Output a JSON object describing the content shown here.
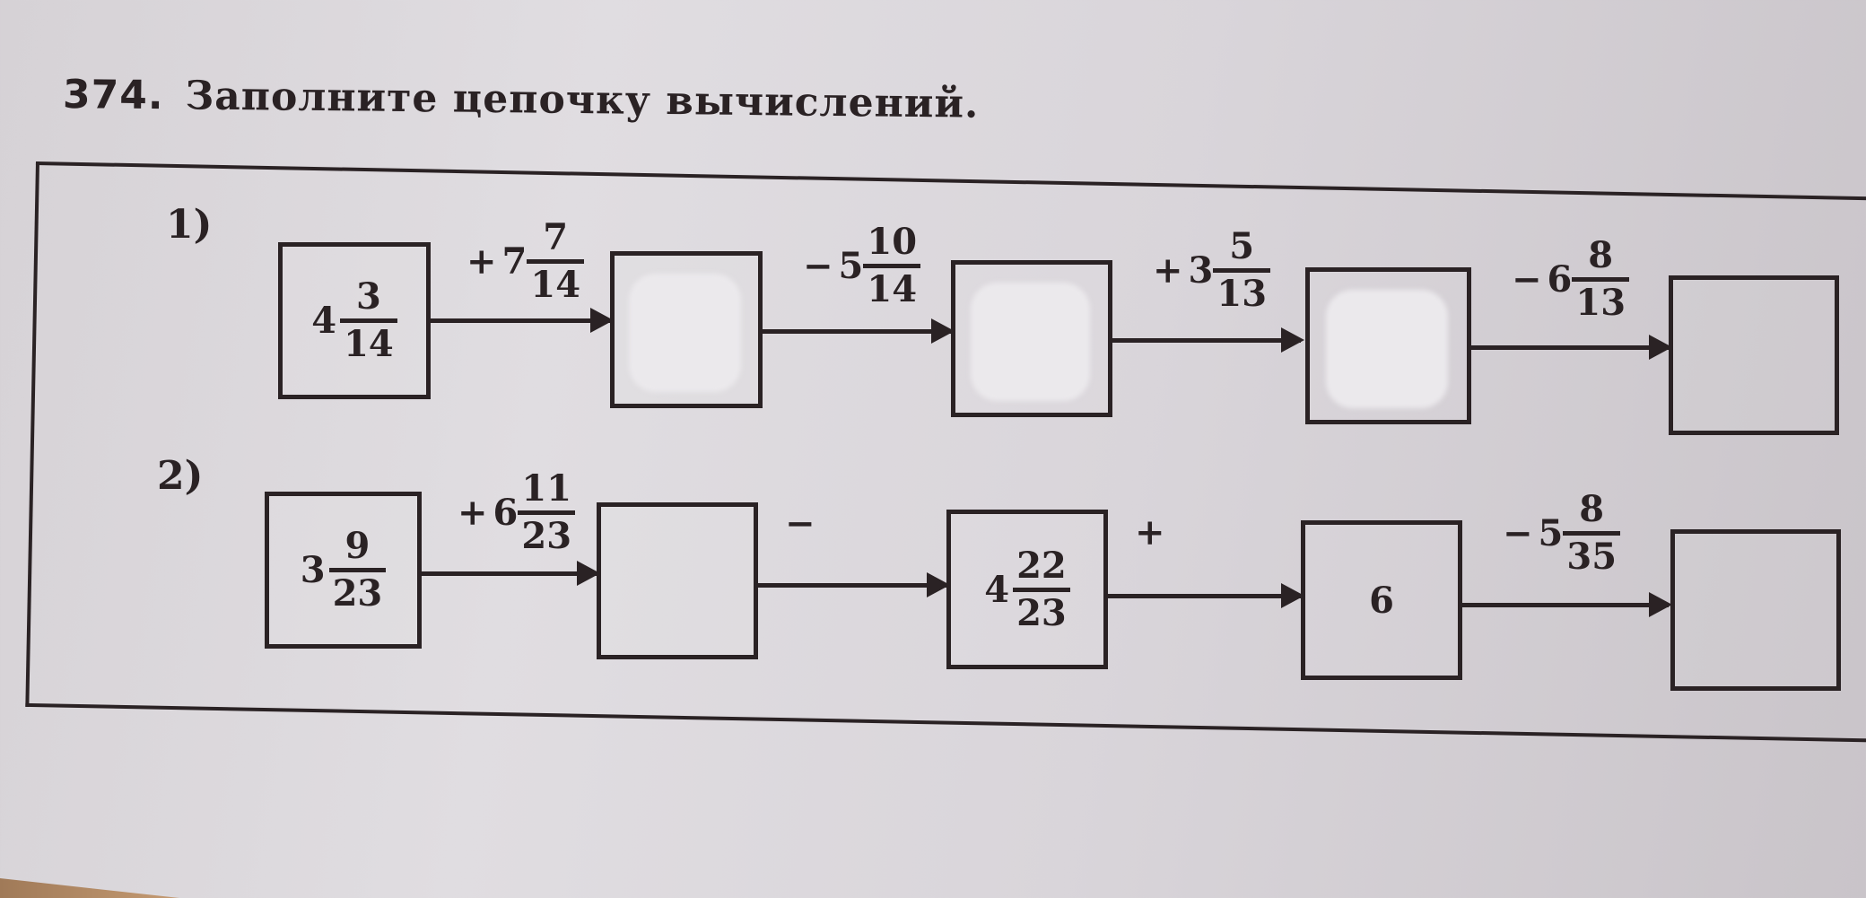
{
  "exercise": {
    "number": "374.",
    "instruction": "Заполните цепочку вычислений."
  },
  "chains": [
    {
      "label": "1)",
      "boxes": [
        {
          "whole": "4",
          "num": "3",
          "den": "14",
          "value": "",
          "state": "printed"
        },
        {
          "whole": "",
          "num": "",
          "den": "",
          "value": "",
          "state": "whiteout"
        },
        {
          "whole": "",
          "num": "",
          "den": "",
          "value": "",
          "state": "whiteout"
        },
        {
          "whole": "",
          "num": "",
          "den": "",
          "value": "",
          "state": "whiteout"
        },
        {
          "whole": "",
          "num": "",
          "den": "",
          "value": "",
          "state": "empty"
        }
      ],
      "operations": [
        {
          "sign": "+",
          "whole": "7",
          "num": "7",
          "den": "14"
        },
        {
          "sign": "−",
          "whole": "5",
          "num": "10",
          "den": "14"
        },
        {
          "sign": "+",
          "whole": "3",
          "num": "5",
          "den": "13"
        },
        {
          "sign": "−",
          "whole": "6",
          "num": "8",
          "den": "13"
        }
      ]
    },
    {
      "label": "2)",
      "boxes": [
        {
          "whole": "3",
          "num": "9",
          "den": "23",
          "value": "",
          "state": "printed"
        },
        {
          "whole": "",
          "num": "",
          "den": "",
          "value": "",
          "state": "empty"
        },
        {
          "whole": "4",
          "num": "22",
          "den": "23",
          "value": "",
          "state": "printed"
        },
        {
          "whole": "",
          "num": "",
          "den": "",
          "value": "6",
          "state": "printed"
        },
        {
          "whole": "",
          "num": "",
          "den": "",
          "value": "",
          "state": "empty"
        }
      ],
      "operations": [
        {
          "sign": "+",
          "whole": "6",
          "num": "11",
          "den": "23"
        },
        {
          "sign": "−",
          "whole": "",
          "num": "",
          "den": ""
        },
        {
          "sign": "+",
          "whole": "",
          "num": "",
          "den": ""
        },
        {
          "sign": "−",
          "whole": "5",
          "num": "8",
          "den": "35"
        }
      ]
    }
  ]
}
